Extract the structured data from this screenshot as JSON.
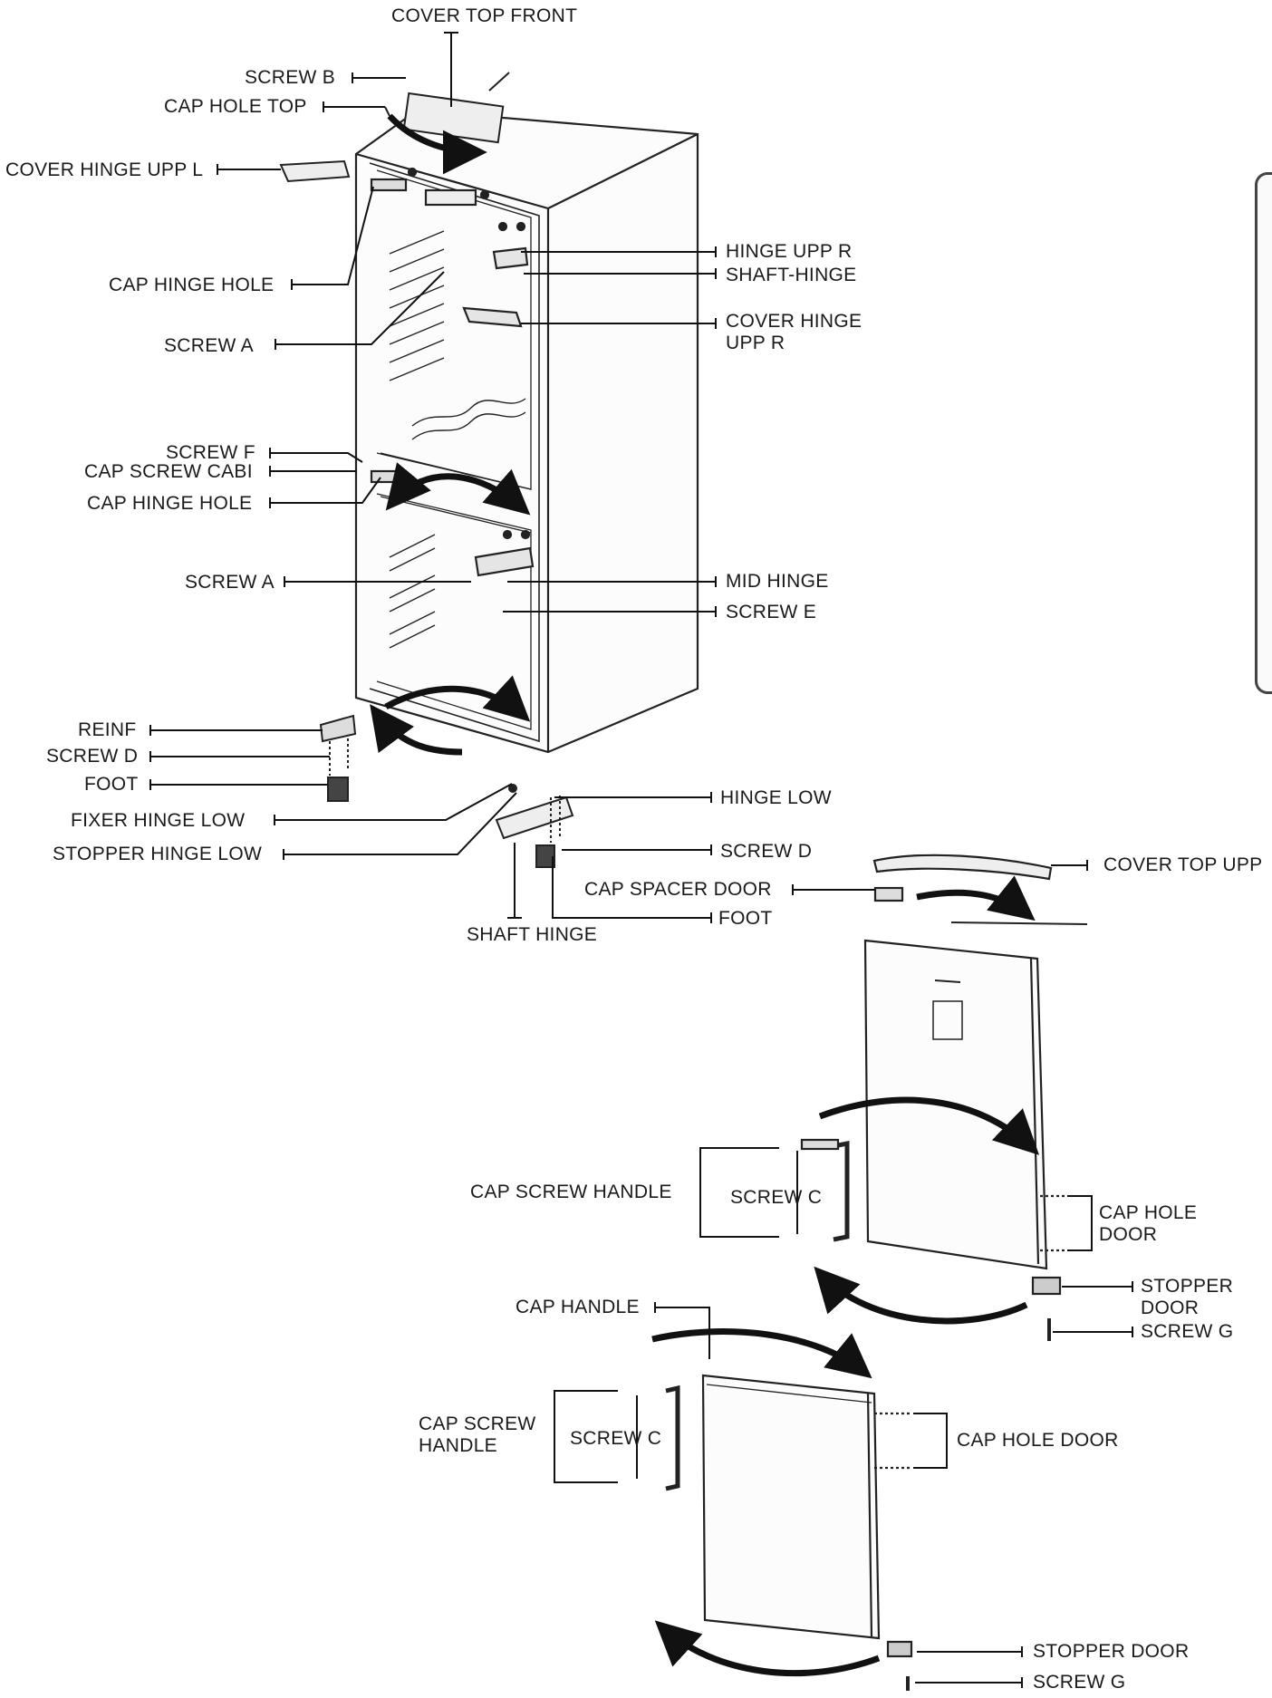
{
  "labels": {
    "cover_top_front": "COVER TOP FRONT",
    "screw_b": "SCREW B",
    "cap_hole_top": "CAP HOLE TOP",
    "cover_hinge_upp_l": "COVER HINGE UPP L",
    "cap_hinge_hole_upper": "CAP HINGE HOLE",
    "screw_a_upper": "SCREW A",
    "hinge_upp_r": "HINGE UPP R",
    "shaft_hinge_top": "SHAFT-HINGE",
    "cover_hinge_upp_r_1": "COVER HINGE",
    "cover_hinge_upp_r_2": "UPP R",
    "screw_f": "SCREW F",
    "cap_screw_cabi": "CAP SCREW CABI",
    "cap_hinge_hole_lower": "CAP HINGE HOLE",
    "screw_a_lower": "SCREW A",
    "mid_hinge": "MID HINGE",
    "screw_e": "SCREW E",
    "reinf": "REINF",
    "screw_d_left": "SCREW D",
    "foot_left": "FOOT",
    "fixer_hinge_low": "FIXER HINGE LOW",
    "stopper_hinge_low": "STOPPER HINGE LOW",
    "hinge_low": "HINGE LOW",
    "screw_d_right": "SCREW D",
    "cap_spacer_door": "CAP SPACER DOOR",
    "foot_right": "FOOT",
    "shaft_hinge_bottom": "SHAFT HINGE",
    "cover_top_upp": "COVER TOP UPP",
    "cap_screw_handle_upper": "CAP SCREW HANDLE",
    "screw_c_upper": "SCREW C",
    "cap_hole_door_upper_1": "CAP HOLE",
    "cap_hole_door_upper_2": "DOOR",
    "stopper_door_upper_1": "STOPPER",
    "stopper_door_upper_2": "DOOR",
    "screw_g_upper": "SCREW G",
    "cap_handle": "CAP HANDLE",
    "cap_screw_handle_lower_1": "CAP SCREW",
    "cap_screw_handle_lower_2": "HANDLE",
    "screw_c_lower": "SCREW C",
    "cap_hole_door_lower": "CAP HOLE DOOR",
    "stopper_door_lower": "STOPPER DOOR",
    "screw_g_lower": "SCREW G"
  }
}
